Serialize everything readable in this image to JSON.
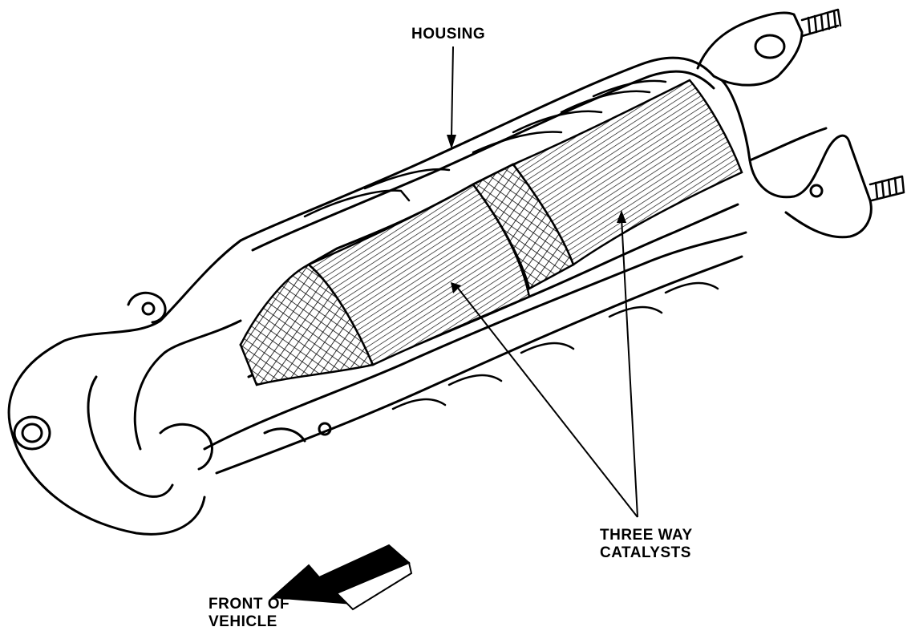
{
  "labels": {
    "housing": "HOUSING",
    "catalysts_line1": "THREE WAY",
    "catalysts_line2": "CATALYSTS",
    "front_line1": "FRONT OF",
    "front_line2": "VEHICLE"
  },
  "colors": {
    "ink": "#000000",
    "paper": "#ffffff"
  }
}
